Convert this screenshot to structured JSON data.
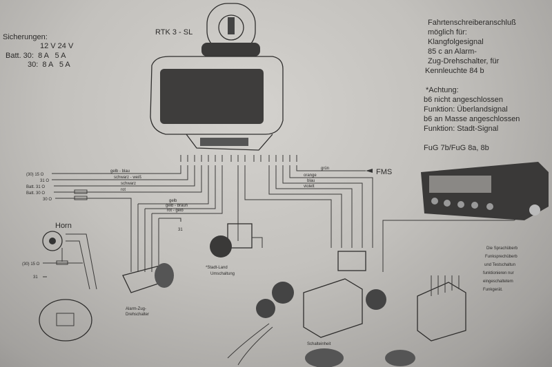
{
  "fuses": {
    "title": "Sicherungen:",
    "header": "12 V 24 V",
    "row1": "Batt. 30:  8 A   5 A",
    "row2": "30:  8 A   5 A"
  },
  "device_title": "RTK 3 - SL",
  "notes_right": {
    "lines": [
      "Fahrtenschreiberanschluß",
      "möglich für:",
      "Klangfolgesignal",
      "85 c an Alarm-",
      "Zug-Drehschalter, für",
      "Kennleuchte 84 b"
    ],
    "warning": [
      "*Achtung:",
      "b6 nicht angeschlossen",
      "Funktion: Überlandsignal",
      "b6 an Masse angeschlossen",
      "Funktion: Stadt-Signal"
    ],
    "radio": "FuG 7b/FuG 8a, 8b"
  },
  "terminals_left": [
    "(30) 15 O",
    "31 O",
    "Batt. 31 O",
    "Batt. 30 O",
    "30 O"
  ],
  "wire_colors_left": [
    "gelb - blau",
    "schwarz - weiß",
    "schwarz",
    "rot",
    "gelb",
    "gelb - braun",
    "rot - gelb"
  ],
  "wire_colors_right": [
    "grün",
    "orange",
    "blau",
    "violett"
  ],
  "fms_label": "FMS",
  "horn_label": "Horn",
  "horn_terminals": [
    "(30) 15 O",
    "31"
  ],
  "alarm_switch": [
    "Alarm-Zug-",
    "Drehschalter"
  ],
  "stadt_land": [
    "*Stadt-Land",
    "Umschaltung"
  ],
  "control_unit": "Schalteinheit",
  "speech_note": [
    "Die Sprachüberb",
    "Funksprechüberb",
    "und Testschaltun",
    "funktionieren nur",
    "eingeschaltetem",
    "Funkgerät."
  ],
  "ground_label": "31"
}
